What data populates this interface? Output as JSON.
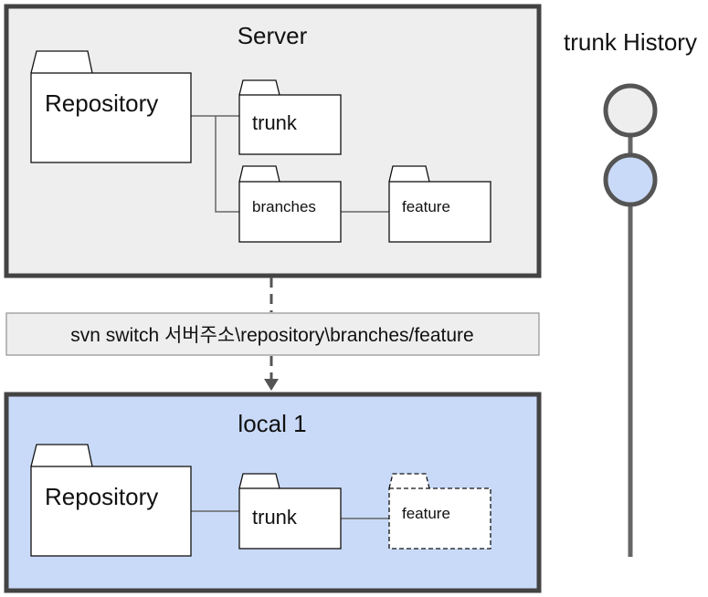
{
  "server": {
    "title": "Server"
  },
  "server_tree": {
    "repository": "Repository",
    "trunk": "trunk",
    "branches": "branches",
    "feature": "feature"
  },
  "command": {
    "text": "svn switch 서버주소\\repository\\branches/feature"
  },
  "local": {
    "title": "local 1"
  },
  "local_tree": {
    "repository": "Repository",
    "trunk": "trunk",
    "feature": "feature"
  },
  "history": {
    "title": "trunk History"
  },
  "colors": {
    "server_bg": "#eeeeee",
    "local_bg": "#c9daf8",
    "border": "#434343",
    "commit_1": "#eeeeee",
    "commit_2": "#c9daf8"
  }
}
